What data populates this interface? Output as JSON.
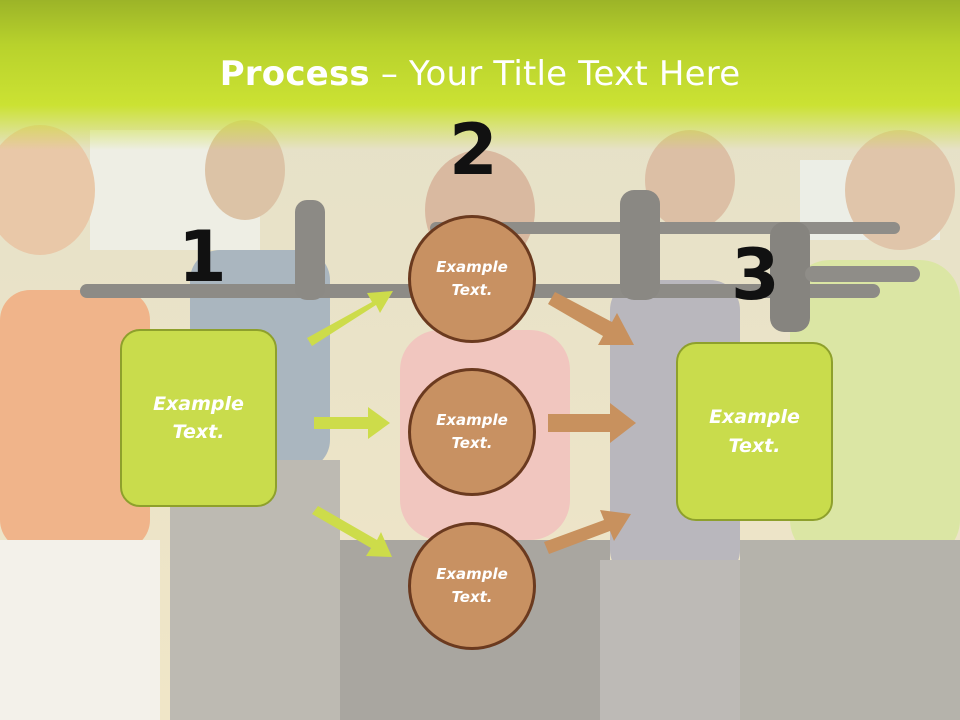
{
  "title": {
    "bold": "Process",
    "rest": " – Your Title Text Here"
  },
  "numbers": [
    "1",
    "2",
    "3"
  ],
  "left_box": {
    "line1": "Example",
    "line2": "Text."
  },
  "circles": [
    {
      "line1": "Example",
      "line2": "Text."
    },
    {
      "line1": "Example",
      "line2": "Text."
    },
    {
      "line1": "Example",
      "line2": "Text."
    }
  ],
  "right_box": {
    "line1": "Example",
    "line2": "Text."
  },
  "colors": {
    "header_green": "#c6df32",
    "box_fill": "#c9dc4c",
    "circle_fill": "#c89162",
    "circle_border": "#6b3a1f",
    "left_arrow": "#cddc4a",
    "right_arrow": "#c8915e"
  }
}
